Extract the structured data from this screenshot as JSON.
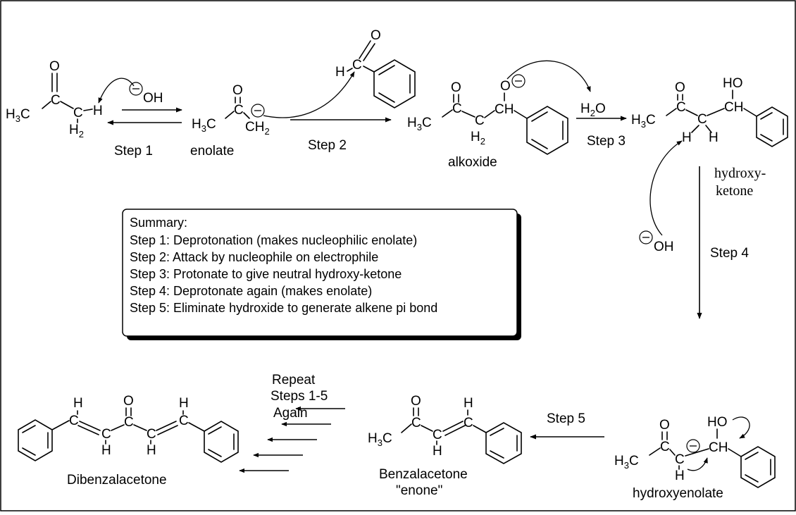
{
  "atoms": {
    "O": "O",
    "H": "H",
    "C": "C",
    "CH": "CH",
    "HO": "HO",
    "OH": "OH",
    "H3C": "H3C",
    "H3C_base": "H",
    "H3C_sub": "3",
    "H3C_tail": "C",
    "H2_base": "H",
    "H2_sub": "2",
    "CH2_base": "CH",
    "CH2_sub": "2",
    "H2O_base": "H",
    "H2O_sub": "2",
    "H2O_tail": "O",
    "minus": "−"
  },
  "labels": {
    "step1": "Step 1",
    "step2": "Step 2",
    "step3": "Step 3",
    "step4": "Step 4",
    "step5": "Step 5",
    "enolate": "enolate",
    "alkoxide": "alkoxide",
    "hydroxy_ketone_line1": "hydroxy-",
    "hydroxy_ketone_line2": "ketone",
    "hydroxyenolate": "hydroxyenolate",
    "benzalacetone_line1": "Benzalacetone",
    "benzalacetone_line2": "\"enone\"",
    "dibenzalacetone": "Dibenzalacetone",
    "repeat_line1": "Repeat",
    "repeat_line2": "Steps 1-5",
    "repeat_line3": "Again"
  },
  "summary": {
    "title": "Summary:",
    "items": [
      "Step 1:  Deprotonation (makes nucleophilic enolate)",
      "Step 2:  Attack by nucleophile on electrophile",
      "Step 3:  Protonate to give neutral hydroxy-ketone",
      "Step 4:  Deprotonate again (makes enolate)",
      "Step 5:  Eliminate hydroxide to generate alkene pi bond"
    ]
  }
}
